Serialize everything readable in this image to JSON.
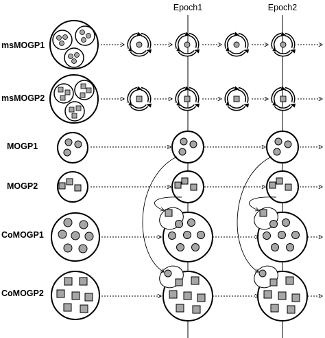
{
  "epochs": [
    "Epoch1",
    "Epoch2"
  ],
  "rows": [
    {
      "label": "msMOGP1",
      "kind": "ms",
      "marker": "circle"
    },
    {
      "label": "msMOGP2",
      "kind": "ms",
      "marker": "square"
    },
    {
      "label": "MOGP1",
      "kind": "plain",
      "marker": "circle"
    },
    {
      "label": "MOGP2",
      "kind": "plain",
      "marker": "square"
    },
    {
      "label": "CoMOGP1",
      "kind": "co",
      "marker": "circle"
    },
    {
      "label": "CoMOGP2",
      "kind": "co",
      "marker": "square"
    }
  ],
  "colors": {
    "stroke": "#000000",
    "marker_fill": "#a6a6a6",
    "background": "#ffffff"
  },
  "icons": [
    "recycle-arrows-icon",
    "arrow-head-icon"
  ]
}
